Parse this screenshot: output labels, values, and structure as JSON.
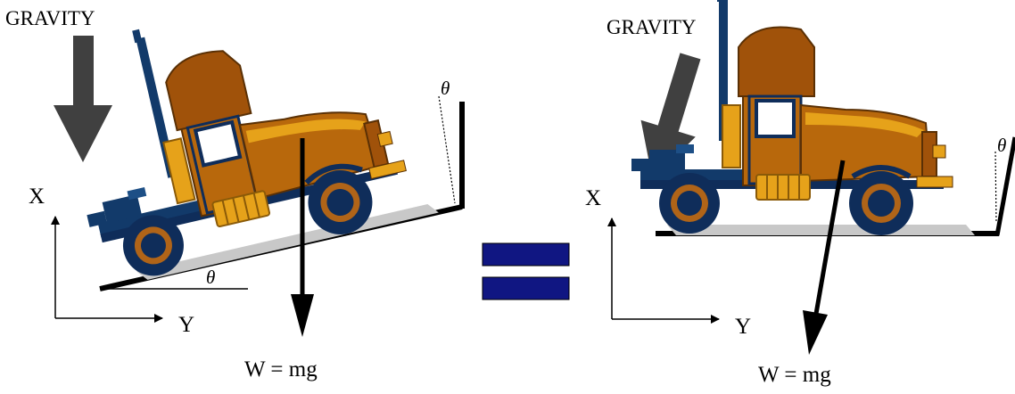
{
  "left_panel": {
    "gravity_label": "GRAVITY",
    "x_axis_label": "X",
    "y_axis_label": "Y",
    "incline_angle_label": "θ",
    "wall_angle_label": "θ",
    "weight_label": "W = mg"
  },
  "right_panel": {
    "gravity_label": "GRAVITY",
    "x_axis_label": "X",
    "y_axis_label": "Y",
    "wall_angle_label": "θ",
    "weight_label": "W = mg"
  },
  "equals_sign_color": "#101682",
  "arrow_color": "#404040",
  "truck_colors": {
    "body": "#b8680c",
    "cab_top": "#a0520a",
    "hood_highlight": "#e6a21a",
    "chassis": "#123a6a",
    "tire": "#0f2d5a",
    "hub": "#b06418",
    "window": "#ffffff",
    "shadow": "#c8c8c8"
  }
}
